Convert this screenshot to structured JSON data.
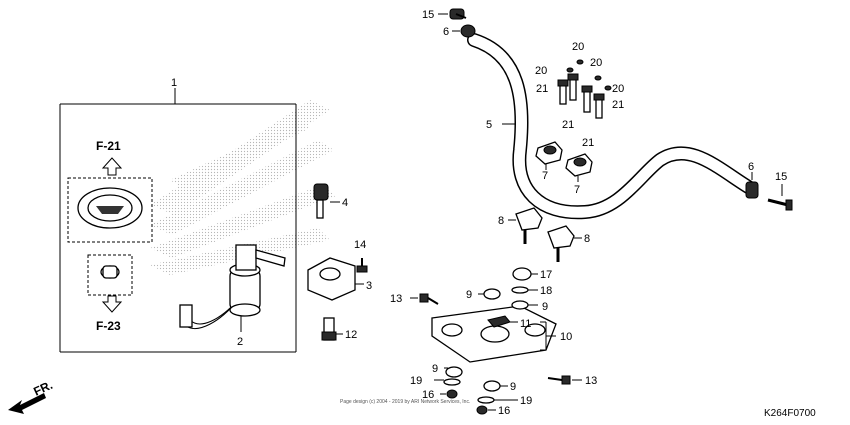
{
  "callouts": [
    {
      "id": "c1",
      "text": "1"
    },
    {
      "id": "c2",
      "text": "2"
    },
    {
      "id": "c3",
      "text": "3"
    },
    {
      "id": "c4",
      "text": "4"
    },
    {
      "id": "c5",
      "text": "5"
    },
    {
      "id": "c6a",
      "text": "6"
    },
    {
      "id": "c6b",
      "text": "6"
    },
    {
      "id": "c7a",
      "text": "7"
    },
    {
      "id": "c7b",
      "text": "7"
    },
    {
      "id": "c8a",
      "text": "8"
    },
    {
      "id": "c8b",
      "text": "8"
    },
    {
      "id": "c9a",
      "text": "9"
    },
    {
      "id": "c9b",
      "text": "9"
    },
    {
      "id": "c9c",
      "text": "9"
    },
    {
      "id": "c9d",
      "text": "9"
    },
    {
      "id": "c10",
      "text": "10"
    },
    {
      "id": "c11",
      "text": "11"
    },
    {
      "id": "c12",
      "text": "12"
    },
    {
      "id": "c13a",
      "text": "13"
    },
    {
      "id": "c13b",
      "text": "13"
    },
    {
      "id": "c14",
      "text": "14"
    },
    {
      "id": "c15a",
      "text": "15"
    },
    {
      "id": "c15b",
      "text": "15"
    },
    {
      "id": "c16a",
      "text": "16"
    },
    {
      "id": "c16b",
      "text": "16"
    },
    {
      "id": "c17",
      "text": "17"
    },
    {
      "id": "c18",
      "text": "18"
    },
    {
      "id": "c19a",
      "text": "19"
    },
    {
      "id": "c19b",
      "text": "19"
    },
    {
      "id": "c20a",
      "text": "20"
    },
    {
      "id": "c20b",
      "text": "20"
    },
    {
      "id": "c20c",
      "text": "20"
    },
    {
      "id": "c20d",
      "text": "20"
    },
    {
      "id": "c21a",
      "text": "21"
    },
    {
      "id": "c21b",
      "text": "21"
    },
    {
      "id": "c21c",
      "text": "21"
    },
    {
      "id": "c21d",
      "text": "21"
    }
  ],
  "refs": {
    "f21": "F-21",
    "f23": "F-23"
  },
  "front_label": "FR.",
  "diagram_code": "K264F0700",
  "copyright": "Page design (c) 2004 - 2019 by ARI Network Services, Inc."
}
